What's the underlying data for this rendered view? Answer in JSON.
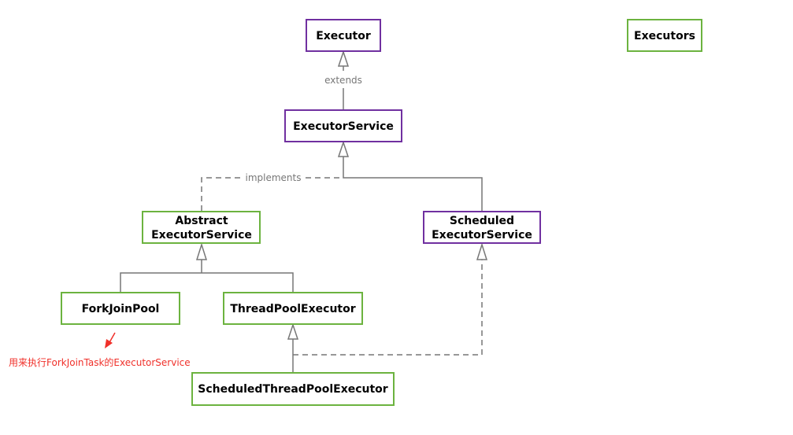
{
  "colors": {
    "interface": "#7030a0",
    "class": "#6cb33f",
    "line": "#777777",
    "note": "#f0302a"
  },
  "nodes": {
    "executor": {
      "lines": [
        "Executor"
      ],
      "kind": "interface"
    },
    "executors": {
      "lines": [
        "Executors"
      ],
      "kind": "class"
    },
    "executor_service": {
      "lines": [
        "ExecutorService"
      ],
      "kind": "interface"
    },
    "abstract_executor_service": {
      "lines": [
        "Abstract",
        "ExecutorService"
      ],
      "kind": "class"
    },
    "scheduled_executor_service": {
      "lines": [
        "Scheduled",
        "ExecutorService"
      ],
      "kind": "interface"
    },
    "fork_join_pool": {
      "lines": [
        "ForkJoinPool"
      ],
      "kind": "class"
    },
    "thread_pool_executor": {
      "lines": [
        "ThreadPoolExecutor"
      ],
      "kind": "class"
    },
    "scheduled_thread_pool_executor": {
      "lines": [
        "ScheduledThreadPoolExecutor"
      ],
      "kind": "class"
    }
  },
  "edges": [
    {
      "from": "executor_service",
      "to": "executor",
      "style": "solid",
      "label": "extends"
    },
    {
      "from": "abstract_executor_service",
      "to": "executor_service",
      "style": "dashed",
      "label": "implements"
    },
    {
      "from": "scheduled_executor_service",
      "to": "executor_service",
      "style": "solid"
    },
    {
      "from": "fork_join_pool",
      "to": "abstract_executor_service",
      "style": "solid"
    },
    {
      "from": "thread_pool_executor",
      "to": "abstract_executor_service",
      "style": "solid"
    },
    {
      "from": "scheduled_thread_pool_executor",
      "to": "thread_pool_executor",
      "style": "solid"
    },
    {
      "from": "scheduled_thread_pool_executor",
      "to": "scheduled_executor_service",
      "style": "dashed"
    }
  ],
  "annotation": {
    "text": "用来执行ForkJoinTask的ExecutorService",
    "target": "fork_join_pool"
  }
}
